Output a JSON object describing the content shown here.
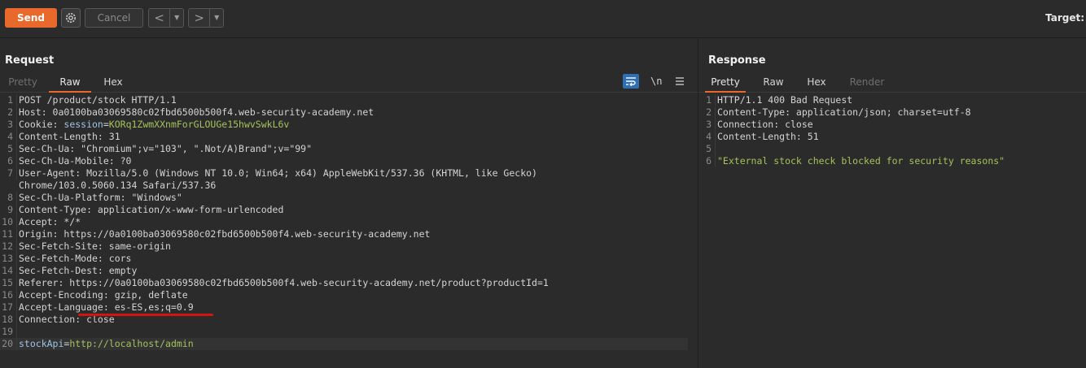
{
  "toolbar": {
    "send_label": "Send",
    "cancel_label": "Cancel",
    "back_glyph": "<",
    "forward_glyph": ">",
    "dropdown_glyph": "▼",
    "target_label": "Target:"
  },
  "request": {
    "title": "Request",
    "tabs": [
      {
        "label": "Pretty",
        "state": "muted"
      },
      {
        "label": "Raw",
        "state": "active"
      },
      {
        "label": "Hex",
        "state": "normal"
      }
    ],
    "newline_label": "\\n",
    "lines": [
      {
        "num": "1",
        "text": "POST /product/stock HTTP/1.1"
      },
      {
        "num": "2",
        "text": "Host: 0a0100ba03069580c02fbd6500b500f4.web-security-academy.net"
      },
      {
        "num": "3",
        "key": "Cookie: ",
        "param": "session",
        "eq": "=",
        "value": "KORq1ZwmXXnmForGLOUGe15hwvSwkL6v"
      },
      {
        "num": "4",
        "text": "Content-Length: 31"
      },
      {
        "num": "5",
        "text": "Sec-Ch-Ua: \"Chromium\";v=\"103\", \".Not/A)Brand\";v=\"99\""
      },
      {
        "num": "6",
        "text": "Sec-Ch-Ua-Mobile: ?0"
      },
      {
        "num": "7",
        "text": "User-Agent: Mozilla/5.0 (Windows NT 10.0; Win64; x64) AppleWebKit/537.36 (KHTML, like Gecko)"
      },
      {
        "num": "",
        "text": "Chrome/103.0.5060.134 Safari/537.36"
      },
      {
        "num": "8",
        "text": "Sec-Ch-Ua-Platform: \"Windows\""
      },
      {
        "num": "9",
        "text": "Content-Type: application/x-www-form-urlencoded"
      },
      {
        "num": "10",
        "text": "Accept: */*"
      },
      {
        "num": "11",
        "text": "Origin: https://0a0100ba03069580c02fbd6500b500f4.web-security-academy.net"
      },
      {
        "num": "12",
        "text": "Sec-Fetch-Site: same-origin"
      },
      {
        "num": "13",
        "text": "Sec-Fetch-Mode: cors"
      },
      {
        "num": "14",
        "text": "Sec-Fetch-Dest: empty"
      },
      {
        "num": "15",
        "text": "Referer: https://0a0100ba03069580c02fbd6500b500f4.web-security-academy.net/product?productId=1"
      },
      {
        "num": "16",
        "text": "Accept-Encoding: gzip, deflate"
      },
      {
        "num": "17",
        "text": "Accept-Language: es-ES,es;q=0.9"
      },
      {
        "num": "18",
        "text": "Connection: close"
      },
      {
        "num": "19",
        "text": ""
      },
      {
        "num": "20",
        "param": "stockApi",
        "eq": "=",
        "value": "http://localhost/admin",
        "highlight": true
      }
    ]
  },
  "response": {
    "title": "Response",
    "tabs": [
      {
        "label": "Pretty",
        "state": "active"
      },
      {
        "label": "Raw",
        "state": "normal"
      },
      {
        "label": "Hex",
        "state": "normal"
      },
      {
        "label": "Render",
        "state": "muted"
      }
    ],
    "lines": [
      {
        "num": "1",
        "text": "HTTP/1.1 400 Bad Request"
      },
      {
        "num": "2",
        "text": "Content-Type: application/json; charset=utf-8"
      },
      {
        "num": "3",
        "text": "Connection: close"
      },
      {
        "num": "4",
        "text": "Content-Length: 51"
      },
      {
        "num": "5",
        "text": ""
      },
      {
        "num": "6",
        "value": "\"External stock check blocked for security reasons\""
      }
    ]
  },
  "colors": {
    "accent": "#e8692b",
    "value_green": "#a5c25c",
    "param_blue": "#9ec3e6",
    "underline_red": "#d21414"
  }
}
